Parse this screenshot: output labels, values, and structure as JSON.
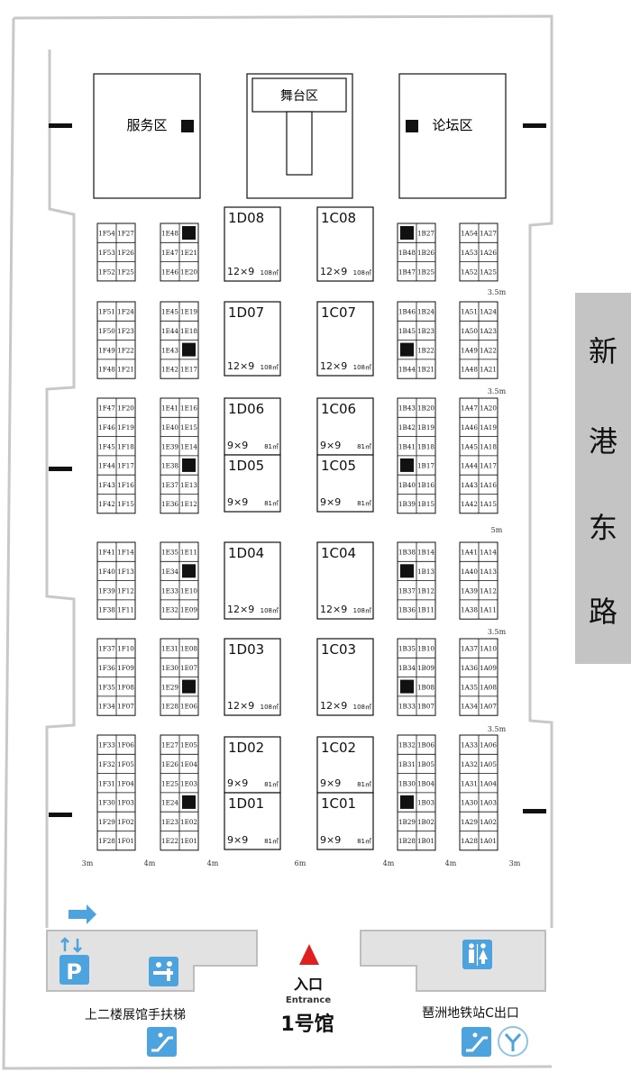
{
  "hall": {
    "name": "1号馆",
    "entrance_cn": "入口",
    "entrance_en": "Entrance"
  },
  "zones": {
    "service": "服务区",
    "stage": "舞台区",
    "forum": "论坛区"
  },
  "road": {
    "chars": [
      "新",
      "港",
      "东",
      "路"
    ]
  },
  "labels": {
    "escalator_left": "上二楼展馆手扶梯",
    "metro_exit": "琶洲地铁站C出口"
  },
  "aisle_widths": {
    "bottom": [
      "3m",
      "4m",
      "4m",
      "6m",
      "4m",
      "4m",
      "3m"
    ],
    "right": [
      "3.5m",
      "3.5m",
      "5m",
      "3.5m",
      "3.5m"
    ]
  },
  "booth_columns": [
    {
      "left": [
        "1F54",
        "1F53",
        "1F52"
      ],
      "right": [
        "1F27",
        "1F26",
        "1F25"
      ]
    },
    {
      "left": [
        "1F51",
        "1F50",
        "1F49",
        "1F48"
      ],
      "right": [
        "1F24",
        "1F23",
        "1F22",
        "1F21"
      ]
    },
    {
      "left": [
        "1F47",
        "1F46",
        "1F45",
        "1F44",
        "1F43",
        "1F42"
      ],
      "right": [
        "1F20",
        "1F19",
        "1F18",
        "1F17",
        "1F16",
        "1F15"
      ]
    },
    {
      "left": [
        "1F41",
        "1F40",
        "1F39",
        "1F38"
      ],
      "right": [
        "1F14",
        "1F13",
        "1F12",
        "1F11"
      ]
    },
    {
      "left": [
        "1F37",
        "1F36",
        "1F35",
        "1F34"
      ],
      "right": [
        "1F10",
        "1F09",
        "1F08",
        "1F07"
      ]
    },
    {
      "left": [
        "1F33",
        "1F32",
        "1F31",
        "1F30",
        "1F29",
        "1F28"
      ],
      "right": [
        "1F06",
        "1F05",
        "1F04",
        "1F03",
        "1F02",
        "1F01"
      ]
    }
  ],
  "booth_columns_e": [
    {
      "left": [
        "1E48",
        "1E47",
        "1E46"
      ],
      "right": [
        "",
        "1E21",
        "1E20"
      ]
    },
    {
      "left": [
        "1E45",
        "1E44",
        "1E43",
        "1E42"
      ],
      "right": [
        "1E19",
        "1E18",
        "",
        "1E17"
      ]
    },
    {
      "left": [
        "1E41",
        "1E40",
        "1E39",
        "1E38",
        "1E37",
        "1E36"
      ],
      "right": [
        "1E16",
        "1E15",
        "1E14",
        "",
        "1E13",
        "1E12"
      ]
    },
    {
      "left": [
        "1E35",
        "1E34",
        "1E33",
        "1E32"
      ],
      "right": [
        "1E11",
        "",
        "1E10",
        "1E09"
      ]
    },
    {
      "left": [
        "1E31",
        "1E30",
        "1E29",
        "1E28"
      ],
      "right": [
        "1E08",
        "1E07",
        "",
        "1E06"
      ]
    },
    {
      "left": [
        "1E27",
        "1E26",
        "1E25",
        "1E24",
        "1E23",
        "1E22"
      ],
      "right": [
        "1E05",
        "1E04",
        "1E03",
        "",
        "1E02",
        "1E01"
      ]
    }
  ],
  "booth_columns_b": [
    {
      "left": [
        "",
        "1B48",
        "1B47"
      ],
      "right": [
        "1B27",
        "1B26",
        "1B25"
      ]
    },
    {
      "left": [
        "1B46",
        "1B45",
        "",
        "1B44"
      ],
      "right": [
        "1B24",
        "1B23",
        "1B22",
        "1B21"
      ]
    },
    {
      "left": [
        "1B43",
        "1B42",
        "1B41",
        "",
        "1B40",
        "1B39"
      ],
      "right": [
        "1B20",
        "1B19",
        "1B18",
        "1B17",
        "1B16",
        "1B15"
      ]
    },
    {
      "left": [
        "1B38",
        "",
        "1B37",
        "1B36"
      ],
      "right": [
        "1B14",
        "1B13",
        "1B12",
        "1B11"
      ]
    },
    {
      "left": [
        "1B35",
        "1B34",
        "",
        "1B33"
      ],
      "right": [
        "1B10",
        "1B09",
        "1B08",
        "1B07"
      ]
    },
    {
      "left": [
        "1B32",
        "1B31",
        "1B30",
        "",
        "1B29",
        "1B28"
      ],
      "right": [
        "1B06",
        "1B05",
        "1B04",
        "1B03",
        "1B02",
        "1B01"
      ]
    }
  ],
  "booth_columns_a": [
    {
      "left": [
        "1A54",
        "1A53",
        "1A52"
      ],
      "right": [
        "1A27",
        "1A26",
        "1A25"
      ]
    },
    {
      "left": [
        "1A51",
        "1A50",
        "1A49",
        "1A48"
      ],
      "right": [
        "1A24",
        "1A23",
        "1A22",
        "1A21"
      ]
    },
    {
      "left": [
        "1A47",
        "1A46",
        "1A45",
        "1A44",
        "1A43",
        "1A42"
      ],
      "right": [
        "1A20",
        "1A19",
        "1A18",
        "1A17",
        "1A16",
        "1A15"
      ]
    },
    {
      "left": [
        "1A41",
        "1A40",
        "1A39",
        "1A38"
      ],
      "right": [
        "1A14",
        "1A13",
        "1A12",
        "1A11"
      ]
    },
    {
      "left": [
        "1A37",
        "1A36",
        "1A35",
        "1A34"
      ],
      "right": [
        "1A10",
        "1A09",
        "1A08",
        "1A07"
      ]
    },
    {
      "left": [
        "1A33",
        "1A32",
        "1A31",
        "1A30",
        "1A29",
        "1A28"
      ],
      "right": [
        "1A06",
        "1A05",
        "1A04",
        "1A03",
        "1A02",
        "1A01"
      ]
    }
  ],
  "big_booths_d": [
    {
      "id": "1D08",
      "size": "12×9",
      "area": "108㎡"
    },
    {
      "id": "1D07",
      "size": "12×9",
      "area": "108㎡"
    },
    {
      "id": "1D06",
      "size": "9×9",
      "area": "81㎡"
    },
    {
      "id": "1D05",
      "size": "9×9",
      "area": "81㎡"
    },
    {
      "id": "1D04",
      "size": "12×9",
      "area": "108㎡"
    },
    {
      "id": "1D03",
      "size": "12×9",
      "area": "108㎡"
    },
    {
      "id": "1D02",
      "size": "9×9",
      "area": "81㎡"
    },
    {
      "id": "1D01",
      "size": "9×9",
      "area": "81㎡"
    }
  ],
  "big_booths_c": [
    {
      "id": "1C08",
      "size": "12×9",
      "area": "108㎡"
    },
    {
      "id": "1C07",
      "size": "12×9",
      "area": "108㎡"
    },
    {
      "id": "1C06",
      "size": "9×9",
      "area": "81㎡"
    },
    {
      "id": "1C05",
      "size": "9×9",
      "area": "81㎡"
    },
    {
      "id": "1C04",
      "size": "12×9",
      "area": "108㎡"
    },
    {
      "id": "1C03",
      "size": "12×9",
      "area": "108㎡"
    },
    {
      "id": "1C02",
      "size": "9×9",
      "area": "81㎡"
    },
    {
      "id": "1C01",
      "size": "9×9",
      "area": "81㎡"
    }
  ],
  "colors": {
    "wall": "#c8c8c8",
    "facility": "#e2e2e2",
    "road": "#c4c4c4",
    "icon_blue": "#4da3dd",
    "entrance_red": "#e02020",
    "pillar": "#111111",
    "door_green": "#4caf50"
  }
}
